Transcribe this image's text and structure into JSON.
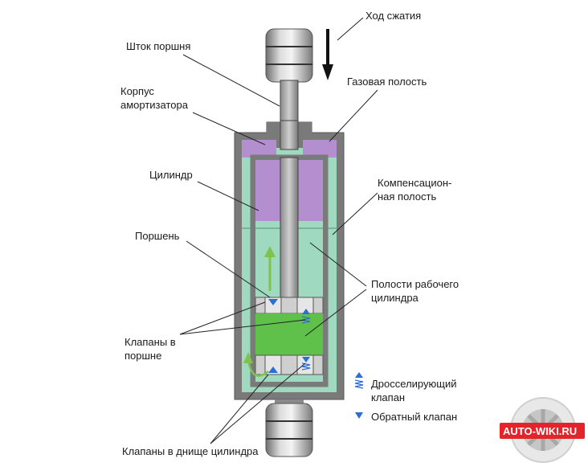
{
  "labels": {
    "compression_stroke": "Ход сжатия",
    "piston_rod": "Шток поршня",
    "housing_line1": "Корпус",
    "housing_line2": "амортизатора",
    "gas_chamber": "Газовая полость",
    "cylinder": "Цилиндр",
    "compensation_line1": "Компенсацион-",
    "compensation_line2": "ная полость",
    "piston": "Поршень",
    "working_line1": "Полости рабочего",
    "working_line2": "цилиндра",
    "piston_valves_line1": "Клапаны в",
    "piston_valves_line2": "поршне",
    "bottom_valves": "Клапаны в днище цилиндра"
  },
  "legend": {
    "throttle_line1": "Дросселирующий",
    "throttle_line2": "клапан",
    "check_valve": "Обратный клапан"
  },
  "watermark": {
    "text": "AUTO-WIKI.RU",
    "star": "✶"
  },
  "colors": {
    "housing": "#7a7a7a",
    "fluid": "#9fd9bf",
    "gas": "#b48fd0",
    "piston": "#5fc04a",
    "valve": "#2a6fd6",
    "arrow": "#7fc24e",
    "watermark_red": "#e4242b"
  }
}
